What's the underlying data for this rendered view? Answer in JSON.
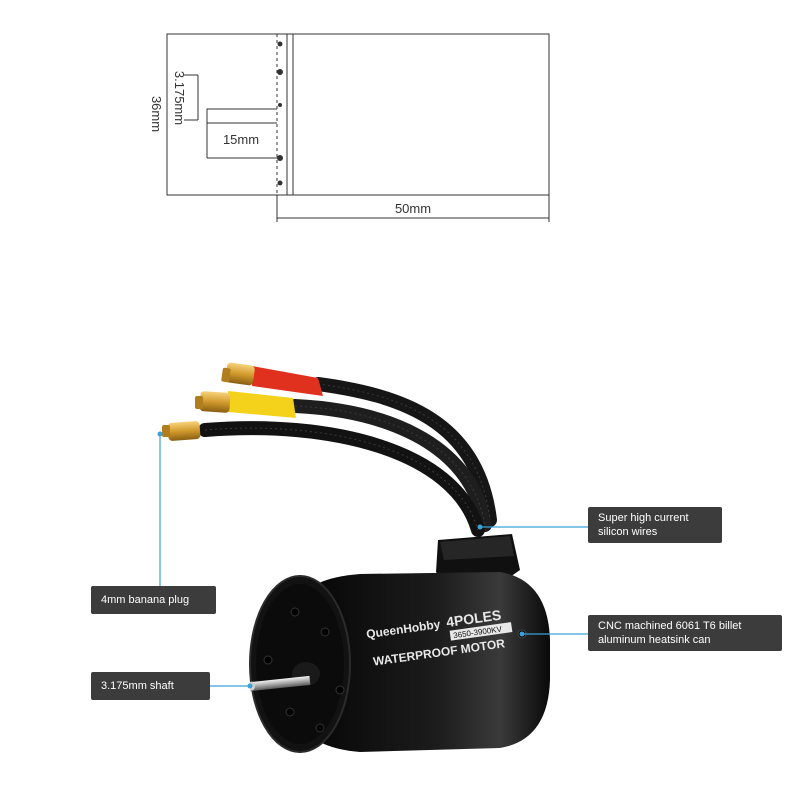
{
  "dimensions": {
    "diameter": "36mm",
    "shaft_diameter": "3.175mm",
    "shaft_length": "15mm",
    "length": "50mm"
  },
  "motor": {
    "brand": "QueenHobby",
    "poles": "4POLES",
    "kv": "3650-3900KV",
    "label": "WATERPROOF MOTOR"
  },
  "callouts": {
    "wires": [
      "Super high current",
      "silicon wires"
    ],
    "plug": "4mm banana plug",
    "can": [
      "CNC machined 6061 T6 billet",
      "aluminum heatsink can"
    ],
    "shaft": "3.175mm shaft"
  },
  "colors": {
    "motor_body": "#111111",
    "connector_gold": "#d9a23a",
    "sleeve_red": "#e0301e",
    "sleeve_yellow": "#f4d21b",
    "callout_line": "#3aa0d8",
    "callout_box": "#3c3c3c"
  }
}
